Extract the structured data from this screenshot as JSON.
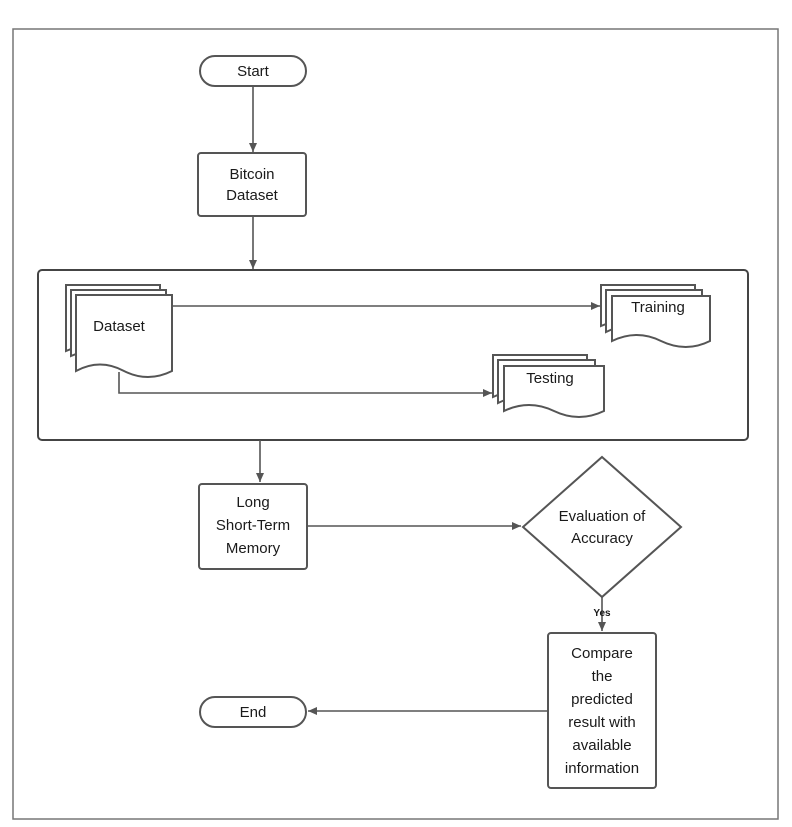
{
  "nodes": {
    "start": "Start",
    "bitcoin_dataset": [
      "Bitcoin",
      "Dataset"
    ],
    "dataset": "Dataset",
    "training": "Training",
    "testing": "Testing",
    "lstm": [
      "Long",
      "Short-Term",
      "Memory"
    ],
    "evaluation": [
      "Evaluation of",
      "Accuracy"
    ],
    "compare": [
      "Compare",
      "the",
      "predicted",
      "result with",
      "available",
      "information"
    ],
    "end": "End"
  },
  "edges": {
    "yes_label": "Yes"
  },
  "colors": {
    "stroke": "#555555",
    "fill": "#ffffff",
    "text": "#1a1a1a"
  }
}
